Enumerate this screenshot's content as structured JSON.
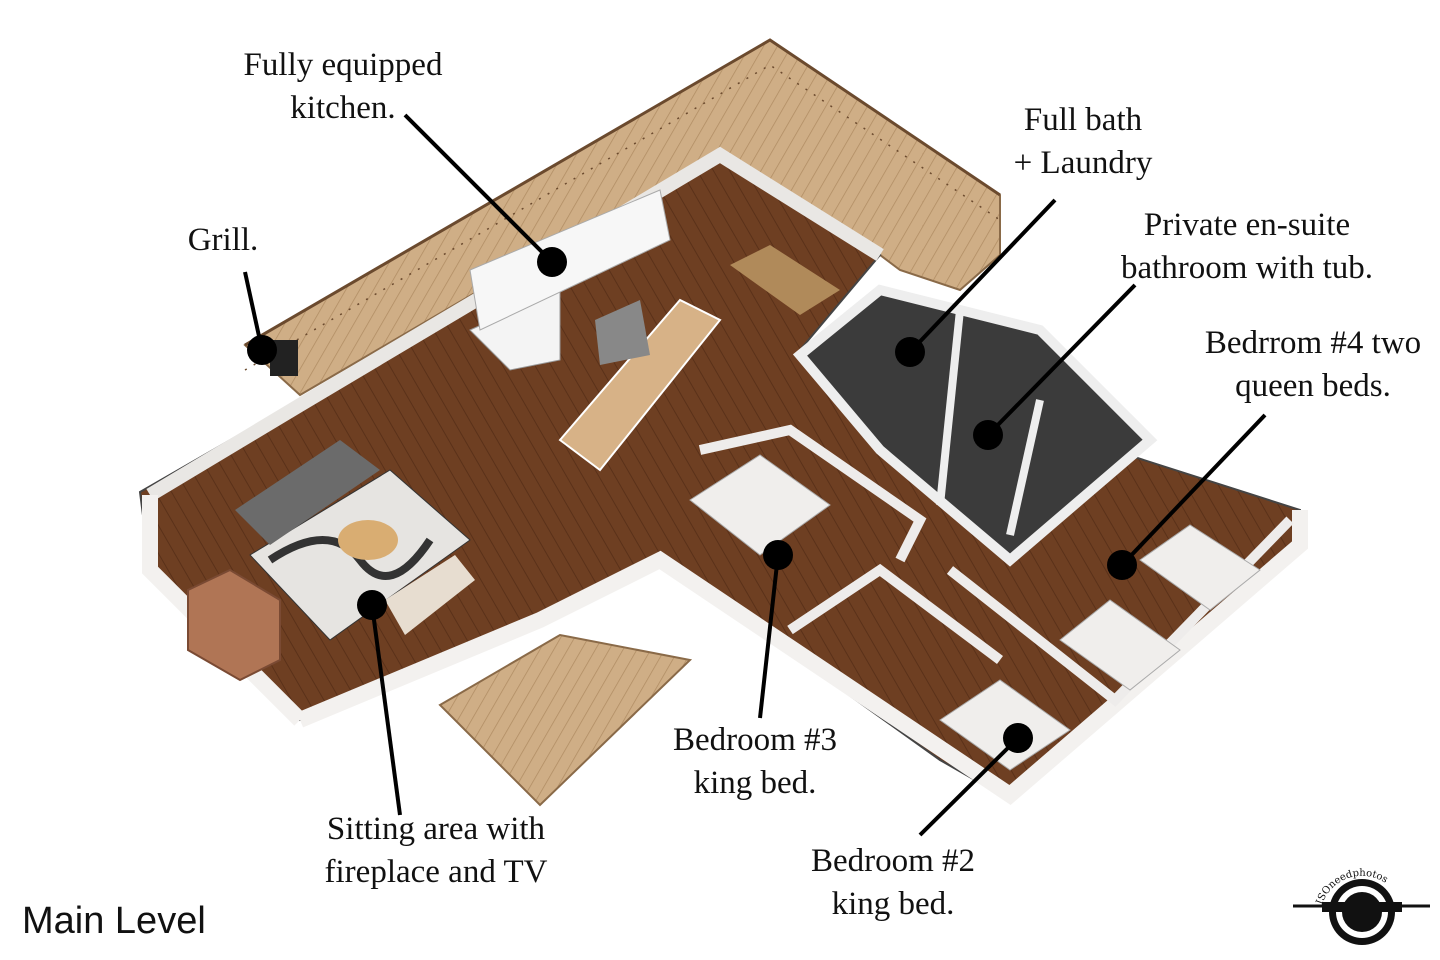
{
  "title": "Main Level",
  "labels": {
    "kitchen": [
      "Fully equipped",
      "kitchen."
    ],
    "grill": [
      "Grill."
    ],
    "bath_laundry": [
      "Full bath",
      "+ Laundry"
    ],
    "ensuite": [
      "Private en-suite",
      "bathroom with tub."
    ],
    "bedroom4": [
      "Bedrrom #4 two",
      "queen beds."
    ],
    "sitting": [
      "Sitting area with",
      "fireplace and TV"
    ],
    "bedroom3": [
      "Bedroom #3",
      "king bed."
    ],
    "bedroom2": [
      "Bedroom #2",
      "king bed."
    ]
  },
  "logo": {
    "text": "ISOneedphotos"
  },
  "colors": {
    "deck": "#c9a57a",
    "floor": "#6e3f22",
    "wall": "#f1efed",
    "tile": "#3a3a3a",
    "marker": "#000000"
  }
}
